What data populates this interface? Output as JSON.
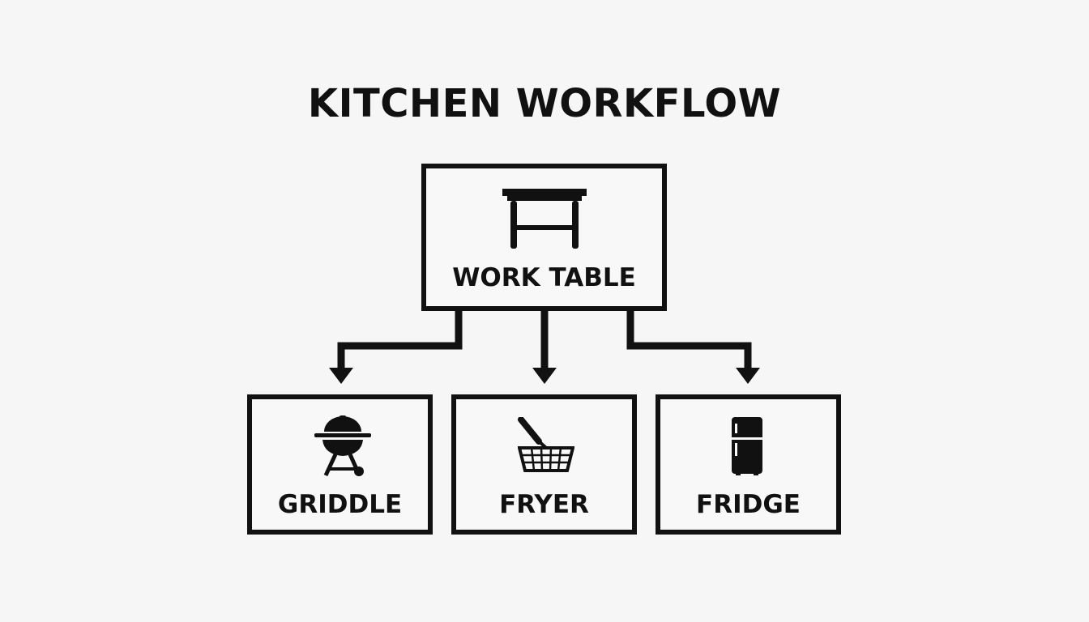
{
  "title": "KITCHEN WORKFLOW",
  "colors": {
    "ink": "#111111",
    "background": "#f6f6f6"
  },
  "nodes": {
    "work_table": {
      "label": "WORK TABLE",
      "icon": "work-table-icon"
    },
    "griddle": {
      "label": "GRIDDLE",
      "icon": "grill-icon"
    },
    "fryer": {
      "label": "FRYER",
      "icon": "fryer-basket-icon"
    },
    "fridge": {
      "label": "FRIDGE",
      "icon": "fridge-icon"
    }
  },
  "edges": [
    {
      "from": "WORK TABLE",
      "to": "GRIDDLE"
    },
    {
      "from": "WORK TABLE",
      "to": "FRYER"
    },
    {
      "from": "WORK TABLE",
      "to": "FRIDGE"
    }
  ]
}
